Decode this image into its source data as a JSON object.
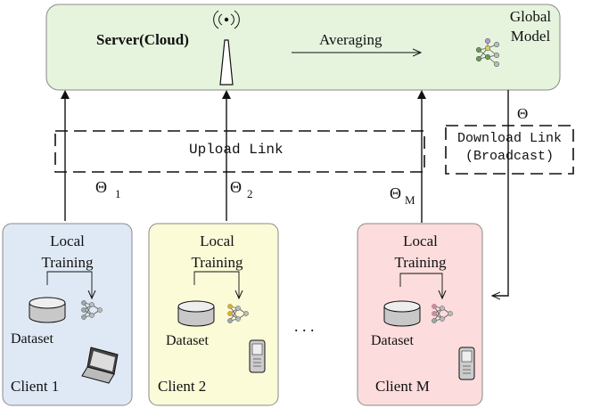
{
  "server": {
    "label": "Server(Cloud)",
    "averaging": "Averaging",
    "global_model": [
      "Global",
      "Model"
    ],
    "fill": "#e6f4de"
  },
  "links": {
    "upload": "Upload Link",
    "download": [
      "Download Link",
      "(Broadcast)"
    ],
    "theta": "Θ"
  },
  "clients": [
    {
      "name": "Client 1",
      "training": [
        "Local",
        "Training"
      ],
      "dataset": "Dataset",
      "param": "Θ",
      "param_sub": "1",
      "fill": "#dfe9f5",
      "device": "laptop-icon"
    },
    {
      "name": "Client 2",
      "training": [
        "Local",
        "Training"
      ],
      "dataset": "Dataset",
      "param": "Θ",
      "param_sub": "2",
      "fill": "#fbfbd8",
      "device": "phone-icon"
    },
    {
      "name": "Client M",
      "training": [
        "Local",
        "Training"
      ],
      "dataset": "Dataset",
      "param": "Θ",
      "param_sub": "M",
      "fill": "#fcdcdc",
      "device": "phone-icon"
    }
  ],
  "ellipsis": ". . ."
}
